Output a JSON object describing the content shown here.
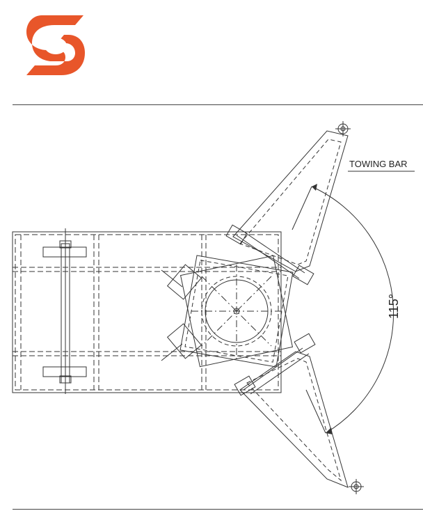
{
  "logo": {
    "name": "company-logo",
    "color": "#e8562a"
  },
  "drawing": {
    "label_towing_bar": "TOWING BAR",
    "label_angle": "115°"
  }
}
